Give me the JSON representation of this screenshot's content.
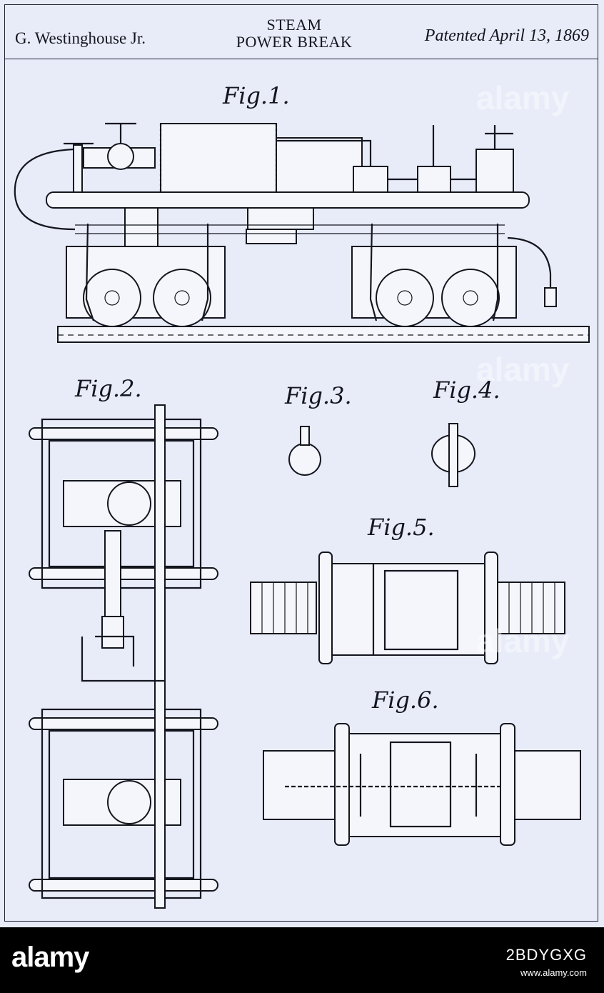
{
  "header": {
    "inventor": "G. Westinghouse Jr.",
    "title_line1": "STEAM",
    "title_line2": "POWER BREAK",
    "patent_date": "Patented April 13, 1869"
  },
  "figures": {
    "fig1": "Fig.1.",
    "fig2": "Fig.2.",
    "fig3": "Fig.3.",
    "fig4": "Fig.4.",
    "fig5": "Fig.5.",
    "fig6": "Fig.6."
  },
  "watermark": "alamy",
  "footer": {
    "logo": "alamy",
    "image_id": "2BDYGXG",
    "url": "www.alamy.com"
  },
  "colors": {
    "background": "#e8ecf9",
    "ink": "#14161f",
    "footer": "#000000"
  }
}
